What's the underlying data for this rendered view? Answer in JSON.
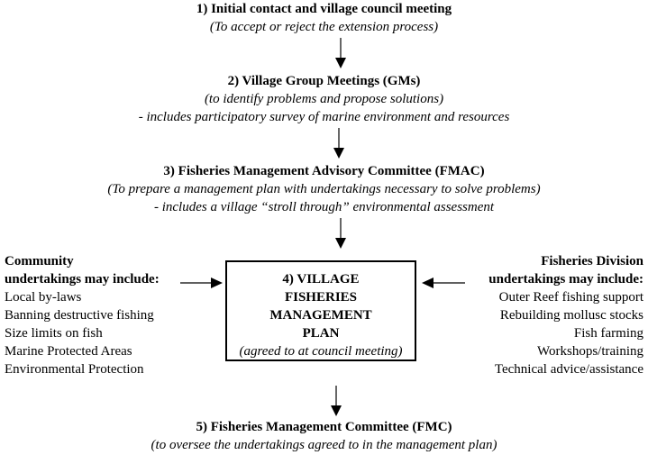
{
  "steps": {
    "step1": {
      "title": "1) Initial contact and village council meeting",
      "subtitle": "(To accept or reject the extension process)"
    },
    "step2": {
      "title": "2) Village Group Meetings (GMs)",
      "subtitle": "(to identify problems and propose solutions)",
      "note": "- includes participatory survey of marine environment and resources"
    },
    "step3": {
      "title": "3) Fisheries Management Advisory Committee (FMAC)",
      "subtitle": "(To prepare a management plan with undertakings necessary to solve problems)",
      "note": "- includes a village “stroll through” environmental assessment"
    },
    "step4": {
      "line1": "4) VILLAGE",
      "line2": "FISHERIES",
      "line3": "MANAGEMENT",
      "line4": "PLAN",
      "subtitle": "(agreed to at council meeting)"
    },
    "step5": {
      "title": "5) Fisheries Management Committee (FMC)",
      "subtitle": "(to oversee the undertakings agreed to in the management plan)"
    }
  },
  "community": {
    "heading1": "Community",
    "heading2": "undertakings may include:",
    "items": [
      "Local by-laws",
      "Banning destructive fishing",
      "Size limits on fish",
      "Marine Protected Areas",
      "Environmental Protection"
    ]
  },
  "fisheries_division": {
    "heading1": "Fisheries Division",
    "heading2": "undertakings may include:",
    "items": [
      "Outer Reef fishing support",
      "Rebuilding mollusc stocks",
      "Fish farming",
      "Workshops/training",
      "Technical advice/assistance"
    ]
  }
}
